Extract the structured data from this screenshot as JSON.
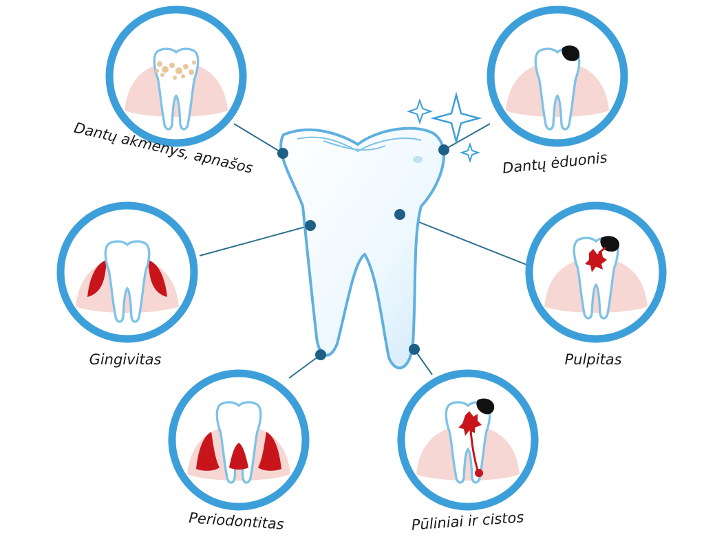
{
  "colors": {
    "ring": "#3d9fd9",
    "connector": "#2d6f8e",
    "node": "#1e5f86",
    "gum": "#f6d7d3",
    "tooth": "#ffffff",
    "tooth_outline": "#7ec2e8",
    "inflammation": "#c8151b",
    "decay": "#111111",
    "tartar": "#e8c79a"
  },
  "conditions": {
    "tartar": {
      "label": "Dantų akmenys, apnašos",
      "icon": "tartar-tooth-icon"
    },
    "caries": {
      "label": "Dantų ėduonis",
      "icon": "cavity-tooth-icon"
    },
    "gingivitis": {
      "label": "Gingivitas",
      "icon": "inflamed-gum-tooth-icon"
    },
    "pulpitis": {
      "label": "Pulpitas",
      "icon": "pulp-infection-tooth-icon"
    },
    "periodontitis": {
      "label": "Periodontitas",
      "icon": "receding-gum-tooth-icon"
    },
    "abscess": {
      "label": "Pūliniai ir cistos",
      "icon": "root-abscess-tooth-icon"
    }
  },
  "center_icon": "large-tooth-icon",
  "sparkle_icon": "sparkle-icon"
}
